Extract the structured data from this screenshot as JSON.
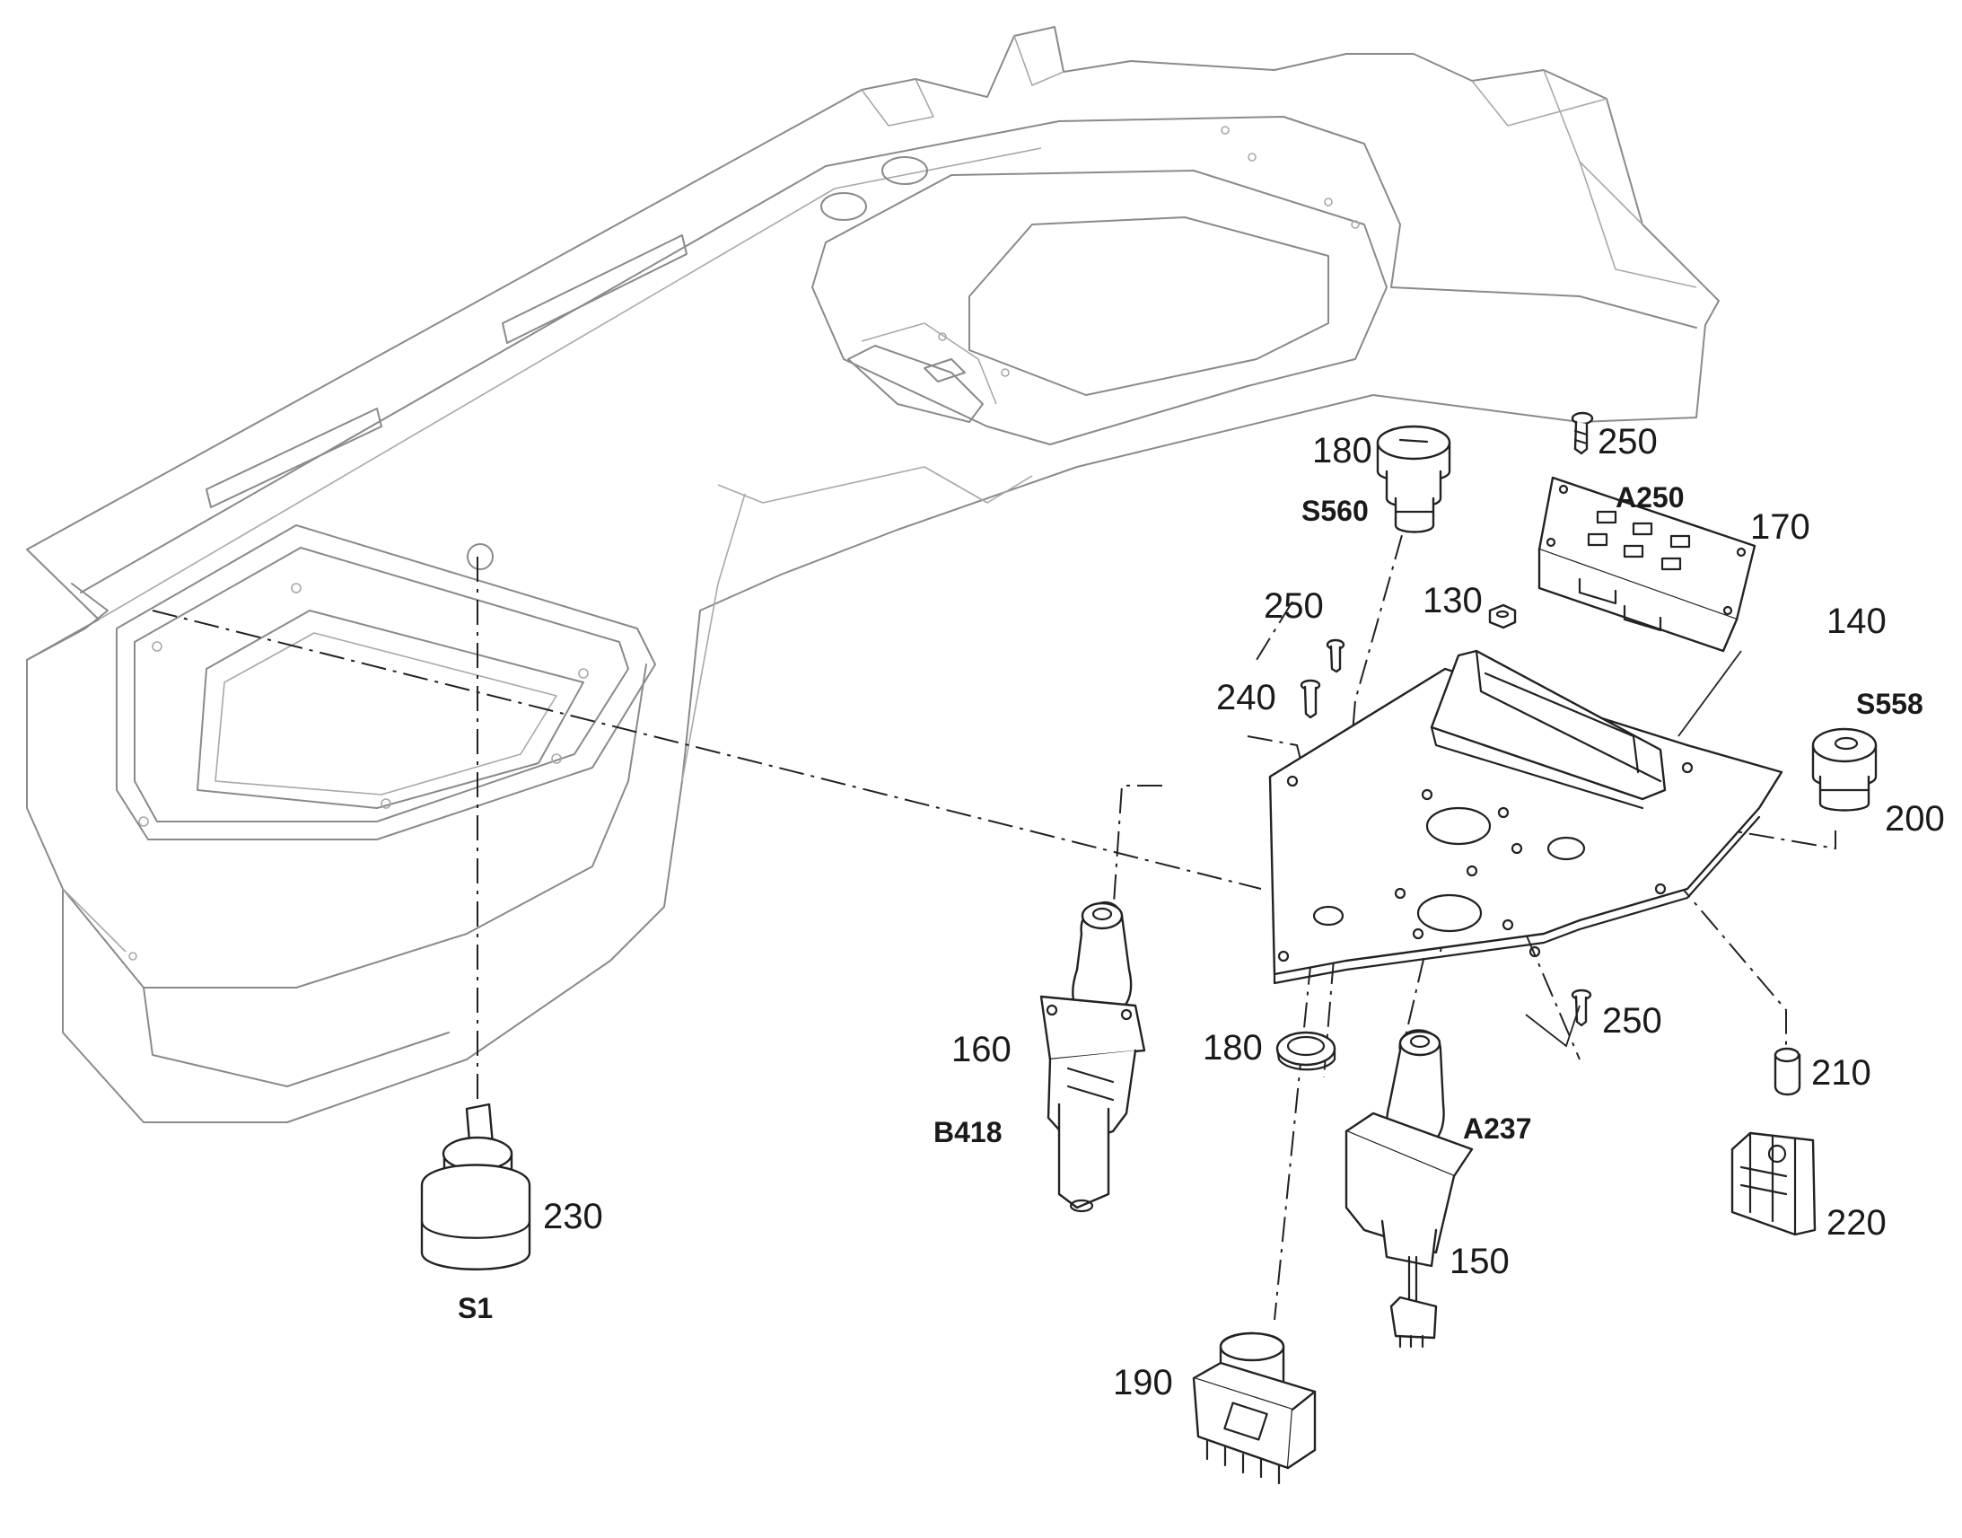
{
  "labels": {
    "item_180_top": "180",
    "ref_s560": "S560",
    "item_250_top": "250",
    "ref_a250": "A250",
    "item_170": "170",
    "item_130": "130",
    "item_250_mid": "250",
    "item_140": "140",
    "item_240": "240",
    "ref_s558": "S558",
    "item_200": "200",
    "item_160": "160",
    "ref_b418": "B418",
    "item_180_ring": "180",
    "item_250_low": "250",
    "ref_a237": "A237",
    "item_210": "210",
    "item_230": "230",
    "ref_s1": "S1",
    "item_150": "150",
    "item_220": "220",
    "item_190": "190"
  }
}
